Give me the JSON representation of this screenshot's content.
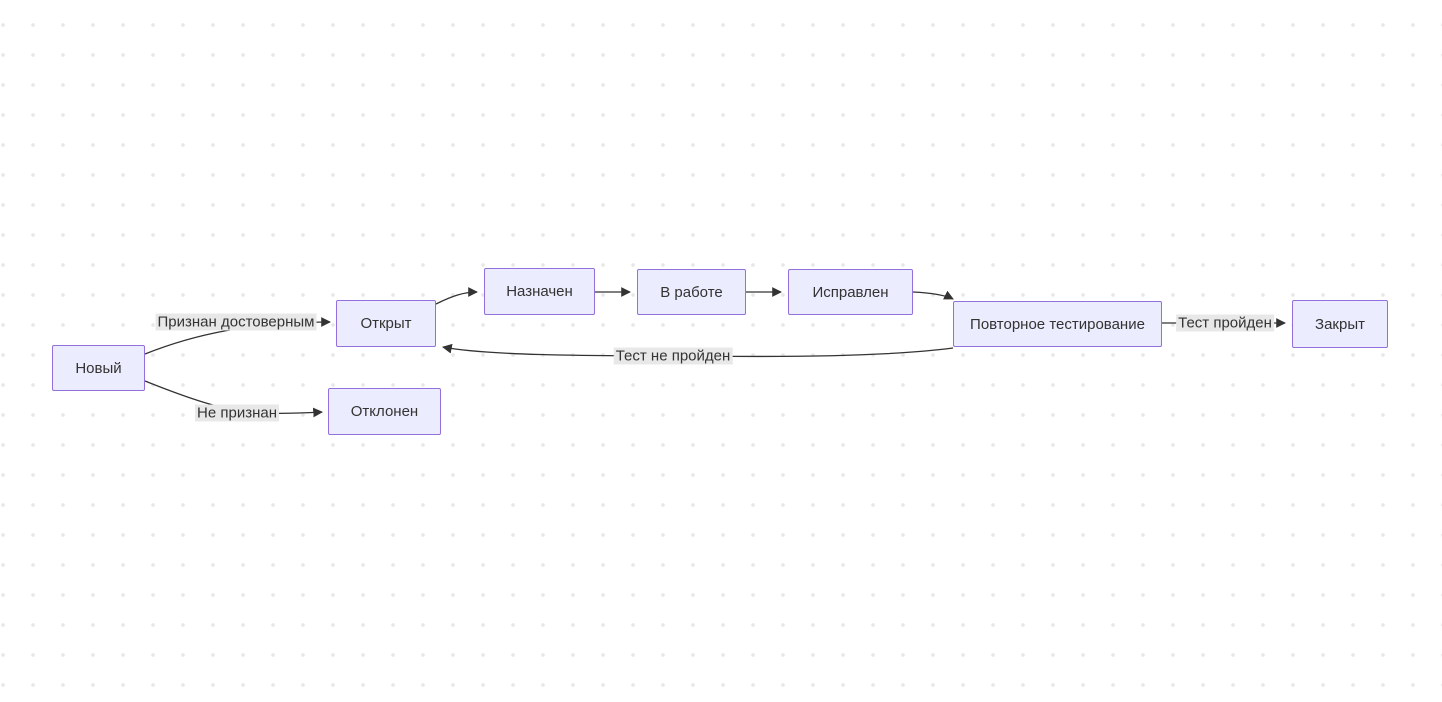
{
  "diagram": {
    "type": "flowchart",
    "direction": "LR",
    "colors": {
      "node_fill": "#ECECFF",
      "node_border": "#9370DB",
      "node_text": "#333333",
      "edge_line": "#333333",
      "edge_label_bg": "#e8e8e8",
      "canvas_bg": "#ffffff",
      "grid_dot": "#e7e7e7"
    },
    "nodes": [
      {
        "id": "novyy",
        "label": "Новый"
      },
      {
        "id": "otkryt",
        "label": "Открыт"
      },
      {
        "id": "otklonen",
        "label": "Отклонен"
      },
      {
        "id": "naznachen",
        "label": "Назначен"
      },
      {
        "id": "v-rabote",
        "label": "В работе"
      },
      {
        "id": "ispravlen",
        "label": "Исправлен"
      },
      {
        "id": "povtornoe-testirovanie",
        "label": "Повторное тестирование"
      },
      {
        "id": "zakryt",
        "label": "Закрыт"
      }
    ],
    "edges": [
      {
        "from": "Новый",
        "to": "Открыт",
        "label": "Признан достоверным"
      },
      {
        "from": "Новый",
        "to": "Отклонен",
        "label": "Не признан"
      },
      {
        "from": "Открыт",
        "to": "Назначен",
        "label": ""
      },
      {
        "from": "Назначен",
        "to": "В работе",
        "label": ""
      },
      {
        "from": "В работе",
        "to": "Исправлен",
        "label": ""
      },
      {
        "from": "Исправлен",
        "to": "Повторное тестирование",
        "label": ""
      },
      {
        "from": "Повторное тестирование",
        "to": "Закрыт",
        "label": "Тест пройден"
      },
      {
        "from": "Повторное тестирование",
        "to": "Открыт",
        "label": "Тест не пройден"
      }
    ]
  }
}
